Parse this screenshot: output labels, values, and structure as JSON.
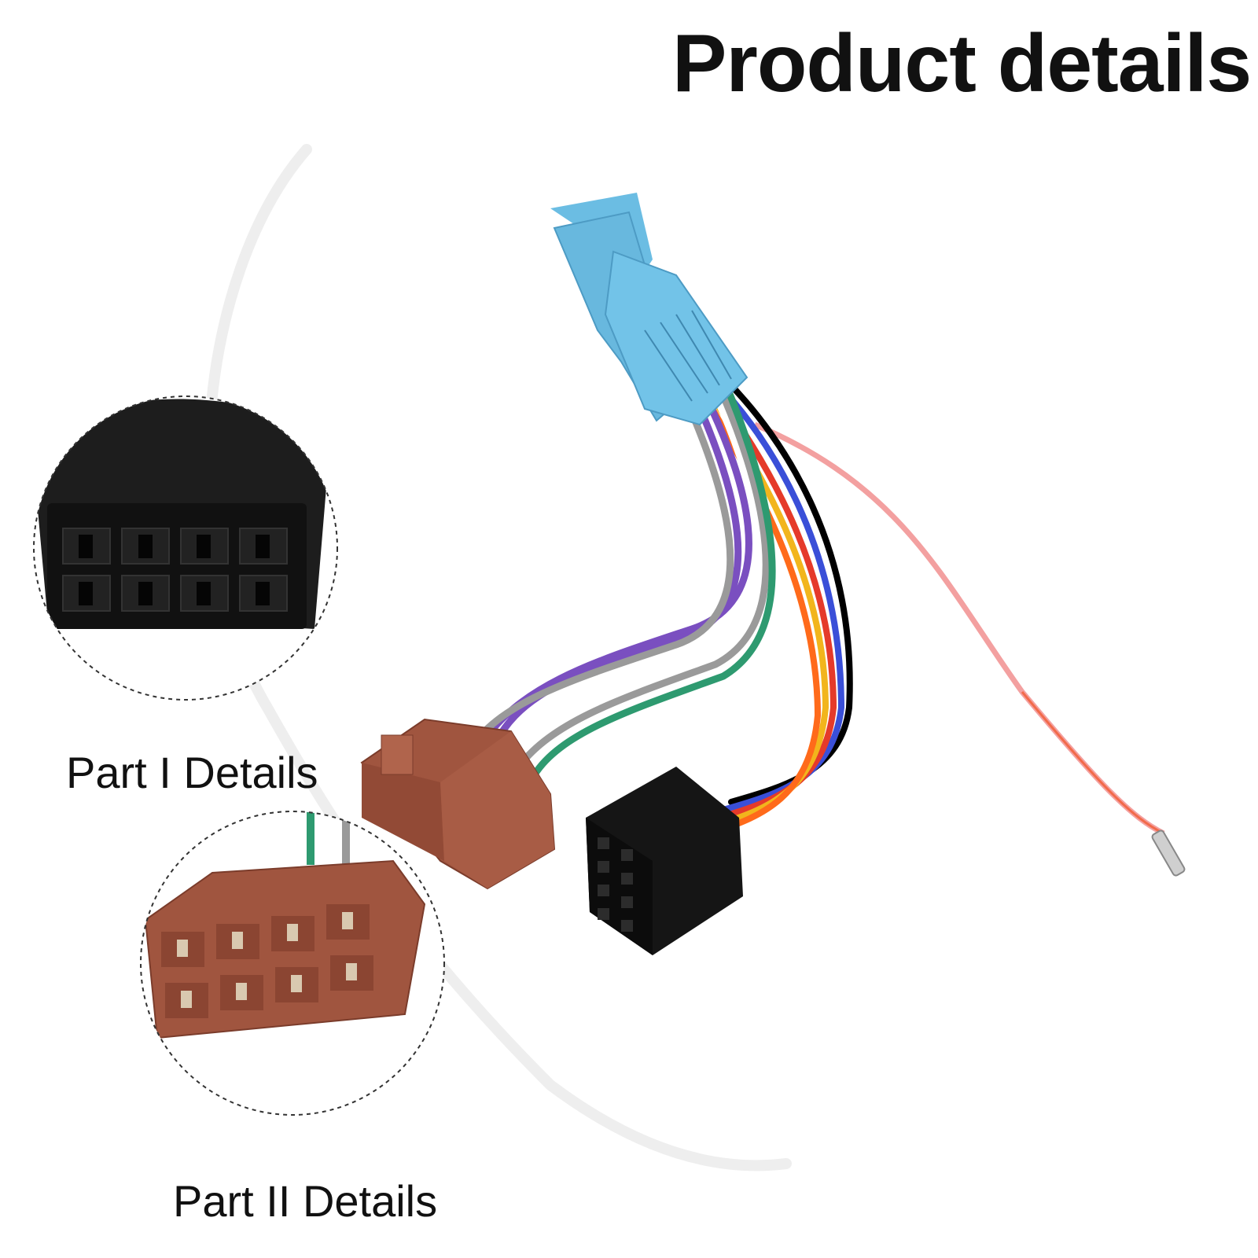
{
  "header": {
    "title": "Product details"
  },
  "details": [
    {
      "label": "Part I Details"
    },
    {
      "label": "Part II Details"
    }
  ],
  "colors": {
    "background": "#ffffff",
    "text": "#111111",
    "blue_connector": "#6bbde3",
    "brown_connector": "#a0553f",
    "black_connector": "#151515",
    "wires": [
      "#7a4fc0",
      "#ffffff",
      "#9a9a9a",
      "#2e9a70",
      "#000000",
      "#e53a2a",
      "#3a4fd8",
      "#f2b51c",
      "#ff6a1a",
      "#f3a0a0"
    ]
  }
}
